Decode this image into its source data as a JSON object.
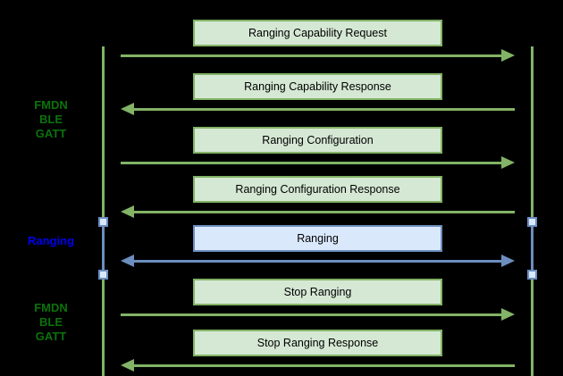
{
  "colors": {
    "green_fill": "#d5e8d4",
    "green_border": "#82b366",
    "blue_fill": "#dae8fc",
    "blue_border": "#6c8ebf",
    "arrow_green": "#82b366",
    "arrow_blue": "#6c8ebf",
    "label_green": "#0b720b",
    "label_blue": "#0000ee",
    "text": "#000000",
    "background": "#000000"
  },
  "messages": [
    {
      "label": "Ranging Capability Request",
      "direction": "right",
      "scheme": "green"
    },
    {
      "label": "Ranging Capability Response",
      "direction": "left",
      "scheme": "green"
    },
    {
      "label": "Ranging Configuration",
      "direction": "right",
      "scheme": "green"
    },
    {
      "label": "Ranging Configuration Response",
      "direction": "left",
      "scheme": "green"
    },
    {
      "label": "Ranging",
      "direction": "both",
      "scheme": "blue"
    },
    {
      "label": "Stop Ranging",
      "direction": "right",
      "scheme": "green"
    },
    {
      "label": "Stop Ranging Response",
      "direction": "left",
      "scheme": "green"
    }
  ],
  "side_labels": [
    {
      "lines": [
        "FMDN",
        "BLE",
        "GATT"
      ],
      "scheme": "green"
    },
    {
      "lines": [
        "Ranging"
      ],
      "scheme": "blue"
    },
    {
      "lines": [
        "FMDN",
        "BLE",
        "GATT"
      ],
      "scheme": "green"
    }
  ]
}
